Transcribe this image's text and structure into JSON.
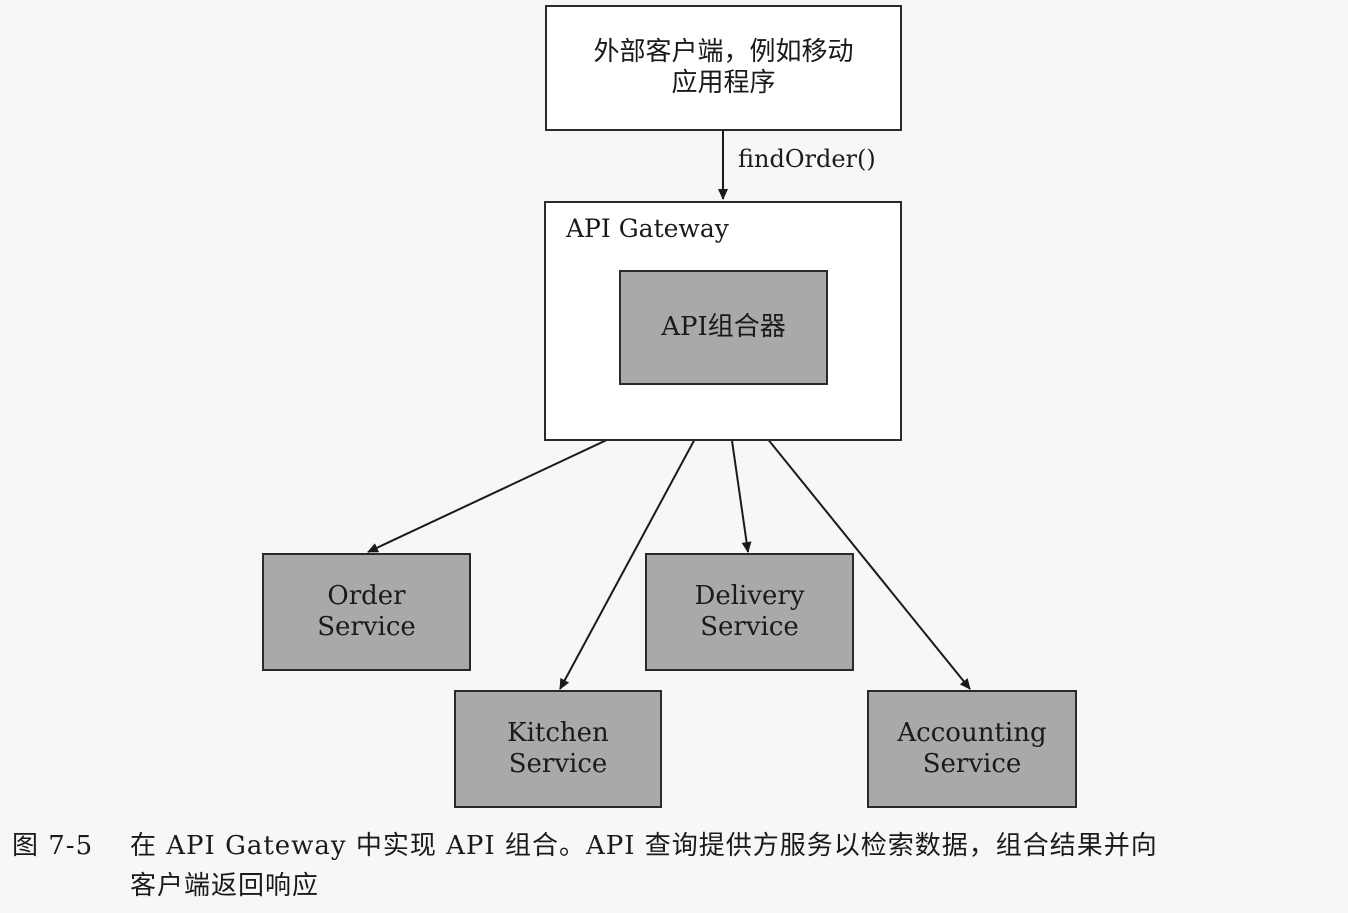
{
  "client_box": {
    "label": "外部客户端，例如移动\n应用程序"
  },
  "request_label": "findOrder()",
  "gateway": {
    "label": "API Gateway"
  },
  "composer": {
    "label": "API组合器"
  },
  "services": {
    "order": "Order\nService",
    "delivery": "Delivery\nService",
    "kitchen": "Kitchen\nService",
    "accounting": "Accounting\nService"
  },
  "caption": {
    "number": "图 7-5",
    "line1": "在 API Gateway 中实现 API 组合。API 查询提供方服务以检索数据，组合结果并向",
    "line2": "客户端返回响应"
  }
}
